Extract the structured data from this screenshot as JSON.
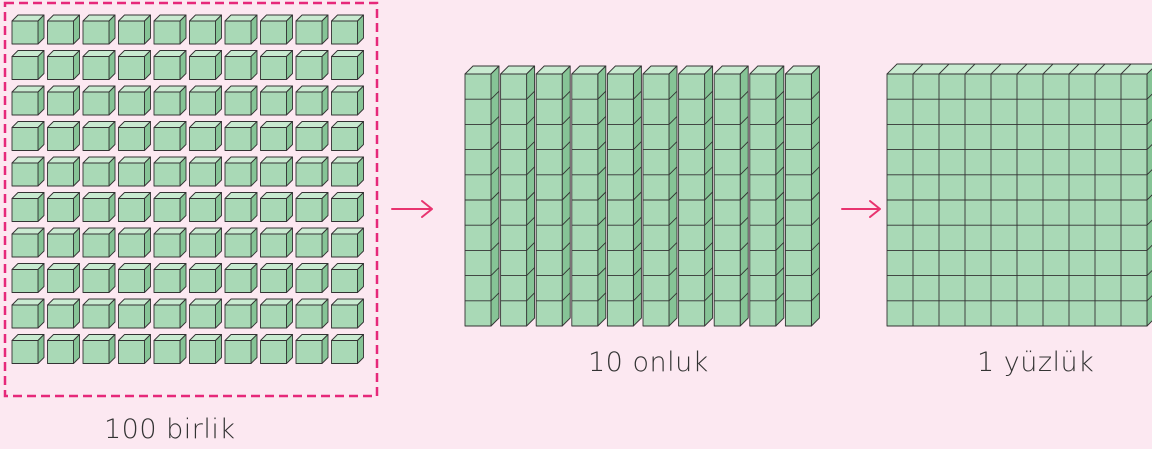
{
  "labels": {
    "units": "100 birlik",
    "tens": "10 onluk",
    "hundreds": "1 yüzlük"
  },
  "counts": {
    "units": 100,
    "tens": 10,
    "hundreds": 1
  },
  "colors": {
    "background": "#fce8f1",
    "cube_front": "#a9d9b6",
    "cube_top": "#c8ead0",
    "cube_side": "#86c496",
    "outline": "#333333",
    "arrow": "#e8336f",
    "selection_border": "#e6287a"
  },
  "icons": {
    "arrow": "right-arrow-icon"
  }
}
